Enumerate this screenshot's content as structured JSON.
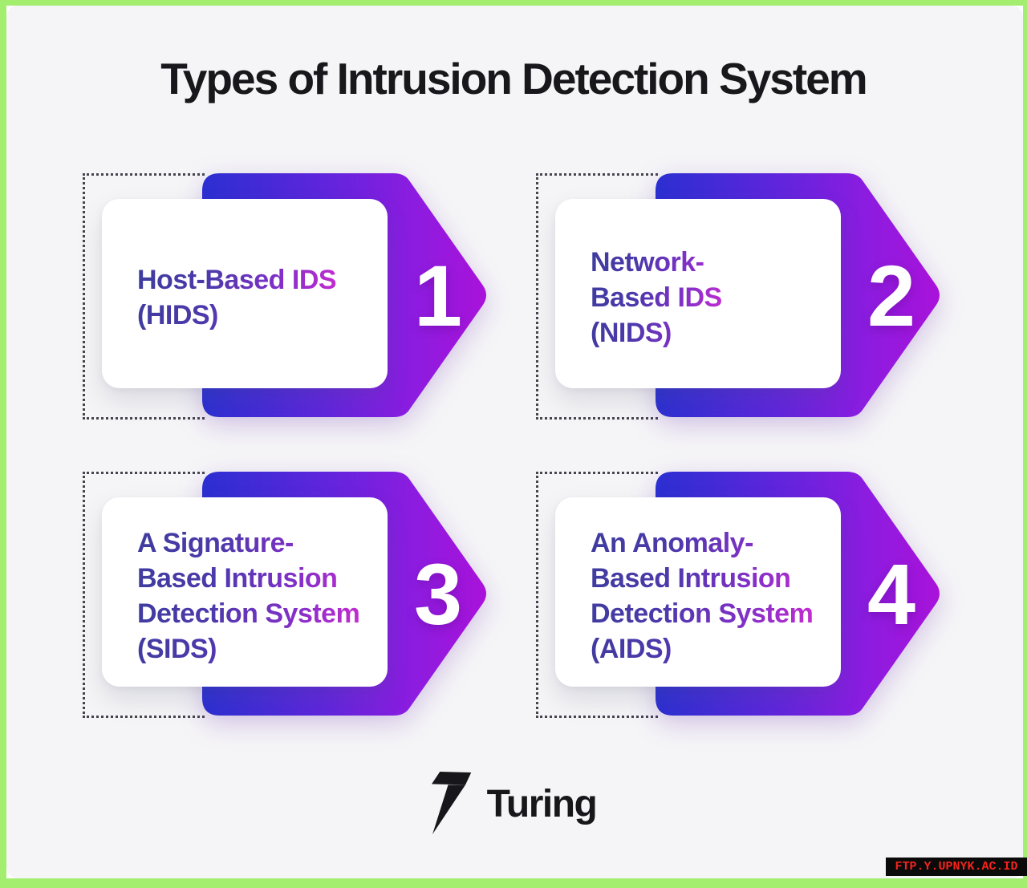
{
  "page": {
    "title": "Types of Intrusion Detection System"
  },
  "cards": [
    {
      "number": "1",
      "title": "Host-Based IDS\n(HIDS)"
    },
    {
      "number": "2",
      "title": "Network-\nBased IDS\n(NIDS)"
    },
    {
      "number": "3",
      "title": "A Signature-\nBased Intrusion\nDetection System\n(SIDS)"
    },
    {
      "number": "4",
      "title": "An Anomaly-\nBased Intrusion\nDetection System\n(AIDS)"
    }
  ],
  "footer": {
    "brand": "Turing",
    "logo_icon": "turing-7-mark"
  },
  "watermark": {
    "text": "FTP.Y.UPNYK.AC.ID"
  },
  "colors": {
    "frame_green": "#a3ee6e",
    "background": "#f5f5f7",
    "title_text": "#18181c",
    "arrow_gradient_start": "#2b2fd1",
    "arrow_gradient_end": "#a912d9",
    "card_text_gradient_start": "#3e3c9e",
    "card_text_gradient_end": "#c92bd1",
    "watermark_red": "#f5231c",
    "watermark_bg": "#0a0a0a"
  }
}
